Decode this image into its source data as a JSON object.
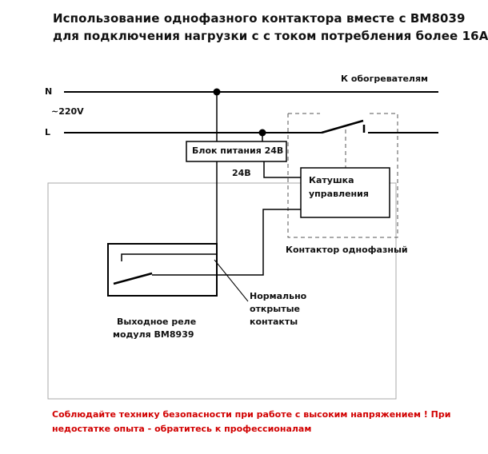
{
  "title": {
    "line1": "Использование однофазного контактора вместе с ВМ8039",
    "line2": "для подключения нагрузки с с током потребления более 16А"
  },
  "labels": {
    "n": "N",
    "l": "L",
    "voltage": "~220V",
    "to_heaters": "К обогревателям",
    "power_supply": "Блок питания 24В",
    "v24": "24В",
    "coil_line1": "Катушка",
    "coil_line2": "управления",
    "contactor": "Контактор однофазный",
    "no_contacts_line1": "Нормально",
    "no_contacts_line2": "открытые",
    "no_contacts_line3": "контакты",
    "relay_line1": "Выходное реле",
    "relay_line2": "модуля ВМ8939"
  },
  "warning": {
    "line1": "Соблюдайте технику безопасности при работе с высоким напряжением ! При",
    "line2": "недостатке опыта - обратитесь к профессионалам",
    "color": "#d10000"
  },
  "colors": {
    "line": "#000000",
    "dashed": "#555555",
    "module_border": "#aaaaaa"
  }
}
